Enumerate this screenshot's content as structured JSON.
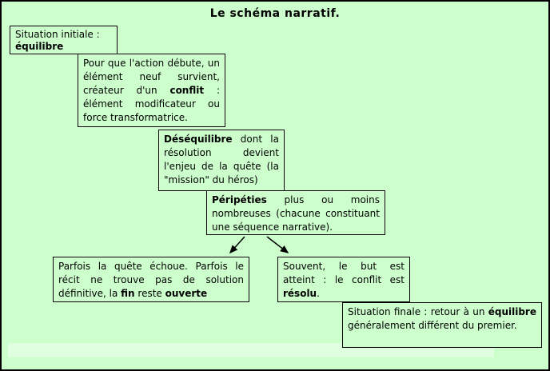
{
  "title": "Le schéma narratif.",
  "colors": {
    "background": "#ccffcc",
    "border": "#000000",
    "text": "#000000"
  },
  "boxes": {
    "initial": {
      "line1": "Situation initiale :",
      "line2_bold": "équilibre"
    },
    "trigger": {
      "t1": "Pour que l'action débute, un élément neuf survient, créateur d'un ",
      "t2_bold": "conflit",
      "t3": " : élément modificateur ou force transformatrice."
    },
    "desequilibre": {
      "t1_bold": "Déséquilibre",
      "t2": " dont la résolution devient l'enjeu de la quête (la \"mission\" du héros)"
    },
    "peripeties": {
      "t1_bold": "Péripéties",
      "t2": " plus ou moins nombreuses (chacune constituant une séquence narrative)."
    },
    "echec": {
      "t1": "Parfois la quête échoue. Parfois le récit ne trouve pas de solution définitive, la ",
      "t2_bold": "fin",
      "t3": " reste ",
      "t4_bold": "ouverte"
    },
    "resolution": {
      "t1": "Souvent, le but est atteint : le conflit est ",
      "t2_bold": "résolu",
      "t3": "."
    },
    "finale": {
      "t1": "Situation finale : retour à un ",
      "t2_bold": "équilibre",
      "t3": " généralement différent du premier."
    }
  }
}
